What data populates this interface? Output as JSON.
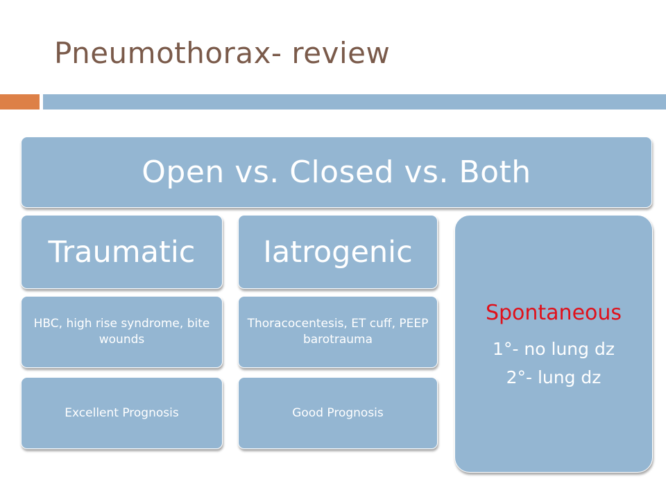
{
  "slide": {
    "title": "Pneumothorax- review",
    "header_box": "Open vs. Closed vs. Both",
    "columns": [
      {
        "category": "Traumatic",
        "detail": "HBC, high rise syndrome, bite wounds",
        "prognosis": "Excellent Prognosis"
      },
      {
        "category": "Iatrogenic",
        "detail": "Thoracocentesis, ET cuff, PEEP barotrauma",
        "prognosis": "Good Prognosis"
      }
    ],
    "side_box": {
      "title": "Spontaneous",
      "line1": "1°- no lung dz",
      "line2": "2°- lung dz"
    }
  },
  "colors": {
    "accent_orange": "#dd8047",
    "box_blue": "#94b6d2",
    "title_brown": "#7a5a4a",
    "highlight_red": "#e0101a"
  }
}
